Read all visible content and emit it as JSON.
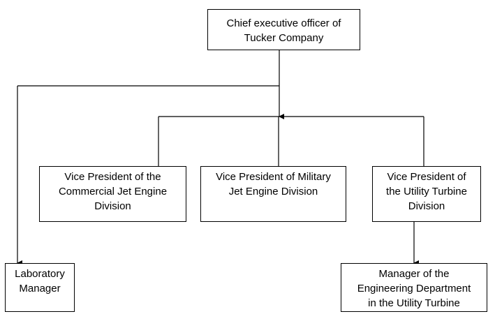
{
  "diagram": {
    "type": "org-chart",
    "nodes": {
      "ceo": {
        "lines": [
          "Chief executive officer of",
          "Tucker Company"
        ]
      },
      "lab_manager": {
        "lines": [
          "Laboratory",
          "Manager"
        ]
      },
      "vp_commercial": {
        "lines": [
          "Vice President of the",
          "Commercial Jet Engine",
          "Division"
        ]
      },
      "vp_military": {
        "lines": [
          "Vice President of Military",
          "Jet Engine Division"
        ]
      },
      "vp_utility": {
        "lines": [
          "Vice President of",
          "the Utility Turbine",
          "Division"
        ]
      },
      "eng_manager": {
        "lines": [
          "Manager of the",
          "Engineering Department",
          "in the Utility Turbine"
        ]
      }
    },
    "edges": [
      {
        "from": "ceo",
        "to": "lab_manager"
      },
      {
        "from": "ceo",
        "to": "vp_commercial"
      },
      {
        "from": "ceo",
        "to": "vp_military"
      },
      {
        "from": "ceo",
        "to": "vp_utility"
      },
      {
        "from": "vp_utility",
        "to": "eng_manager"
      }
    ]
  }
}
